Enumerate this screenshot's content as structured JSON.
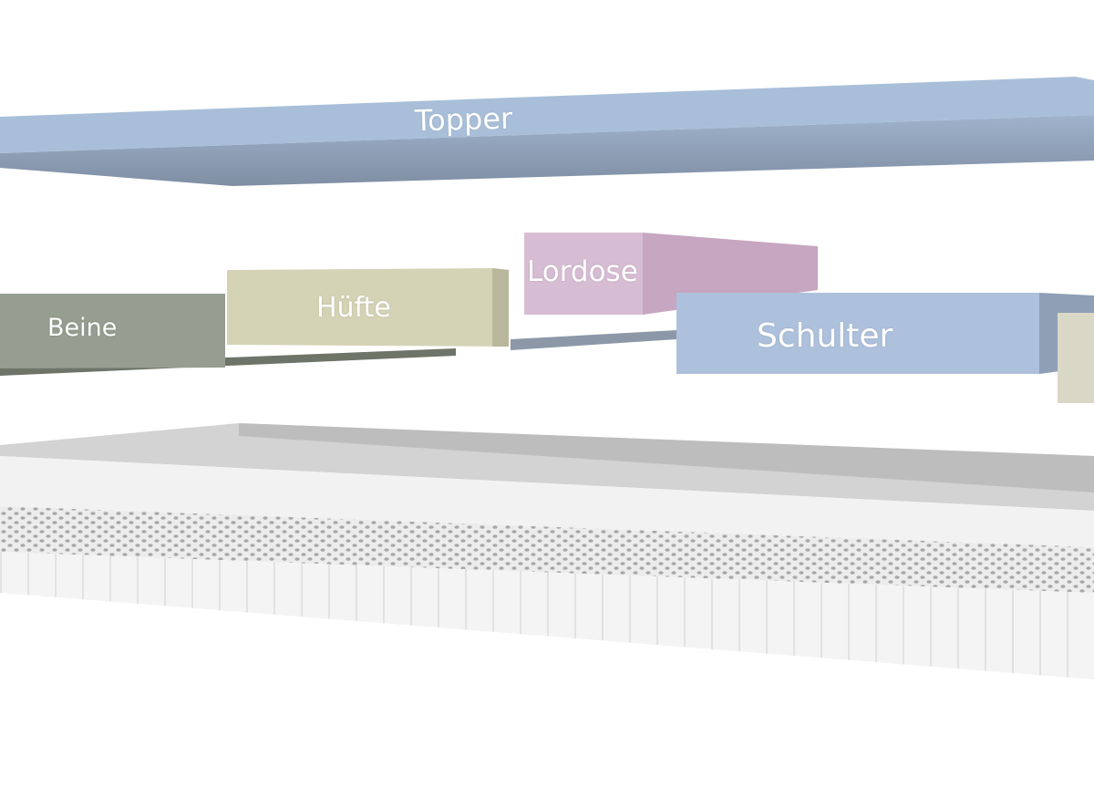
{
  "layers": {
    "topper": {
      "label": "Topper",
      "color": "#a9bfd9"
    },
    "beine": {
      "label": "Beine",
      "color": "#959e90"
    },
    "huefte": {
      "label": "Hüfte",
      "color": "#d5d3b6"
    },
    "lordose": {
      "label": "Lordose",
      "color": "#d7bdd3"
    },
    "schulter": {
      "label": "Schulter",
      "color": "#adc1dc"
    }
  }
}
